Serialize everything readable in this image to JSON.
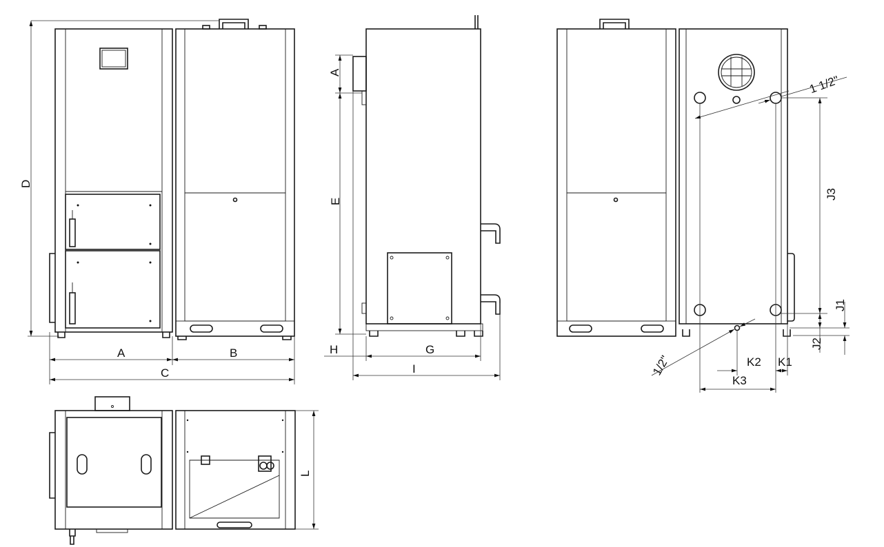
{
  "title": "Boiler dimension drawing",
  "dimensions": {
    "A": "A",
    "B": "B",
    "C": "C",
    "D": "D",
    "E": "E",
    "G": "G",
    "H": "H",
    "I": "I",
    "L": "L",
    "J1": "J1",
    "J2": "J2",
    "J3": "J3",
    "K1": "K1",
    "K2": "K2",
    "K3": "K3"
  },
  "connections": {
    "main": "1 1/2\"",
    "drain": "1/2\""
  }
}
